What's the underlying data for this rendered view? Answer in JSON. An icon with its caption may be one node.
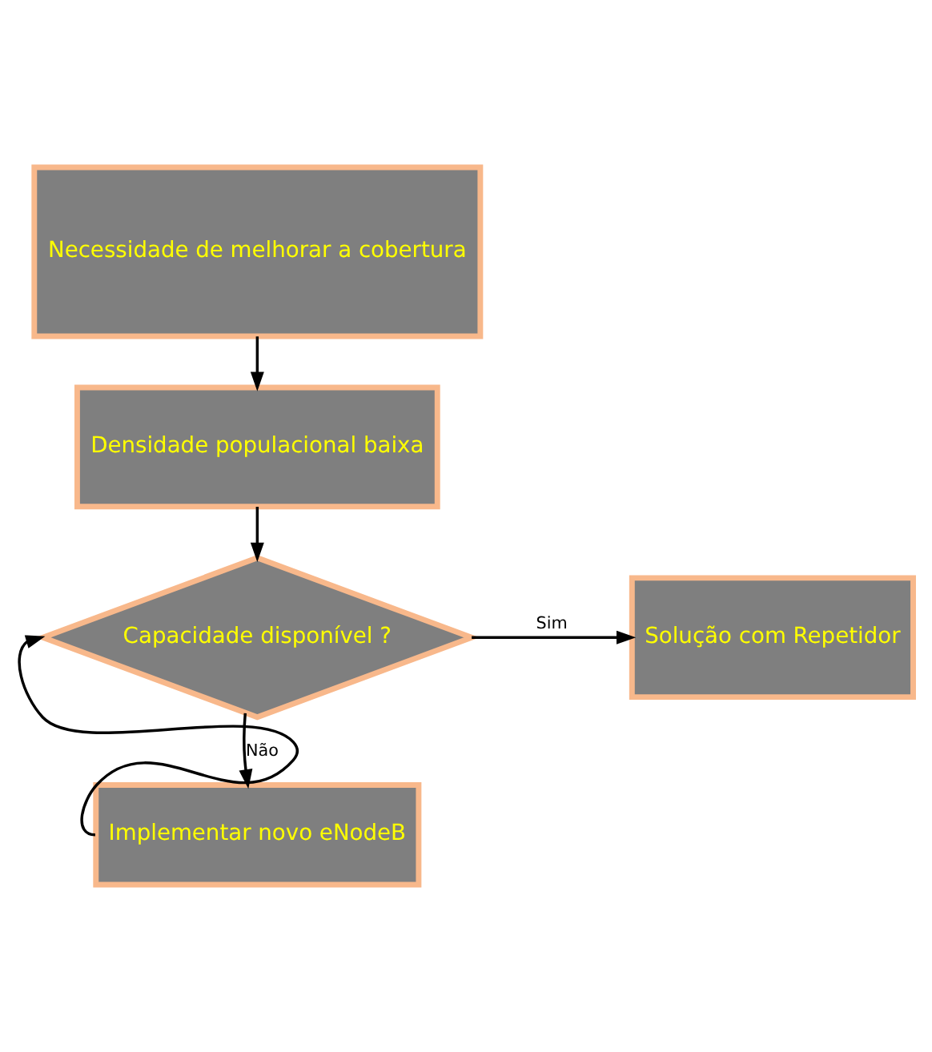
{
  "diagram": {
    "nodes": [
      {
        "text": [
          "Necessidade de melhorar a cobertura"
        ]
      },
      {
        "text": [
          "Densidade populacional baixa"
        ]
      },
      {
        "text": [
          "Capacidade disponível ?"
        ]
      },
      {
        "text": [
          "Solução com Repetidor"
        ]
      },
      {
        "text": [
          "Implementar novo eNodeB"
        ]
      }
    ],
    "edges": [
      {
        "from": 0,
        "to": 1,
        "arrow": "to"
      },
      {
        "from": 1,
        "to": 2,
        "arrow": "to"
      },
      {
        "from": 2,
        "to": 3,
        "arrow": "to",
        "label": "Sim"
      },
      {
        "from": 2,
        "to": 4,
        "arrow": "to",
        "label": "Não"
      },
      {
        "from": 4,
        "to": 2,
        "arrow": "to"
      }
    ]
  }
}
